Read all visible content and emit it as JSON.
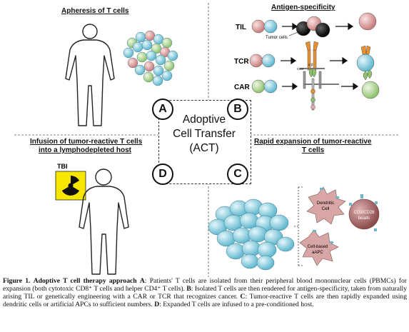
{
  "panels": {
    "a_title": "Apheresis of T cells",
    "b_title": "Antigen-specificity",
    "d_title_1": "Infusion of tumor-reactive T cells",
    "d_title_2": "into a lymphodepleted host",
    "c_title_1": "Rapid expansion of tumor-reactive",
    "c_title_2": "T cells"
  },
  "center": {
    "line1": "Adoptive",
    "line2": "Cell Transfer",
    "line3": "(ACT)"
  },
  "circle_labels": {
    "a": "A",
    "b": "B",
    "c": "C",
    "d": "D"
  },
  "antigen_rows": {
    "til": "TIL",
    "tcr": "TCR",
    "car": "CAR",
    "tumor_cells": "Tumor cells",
    "cd3": "CD3",
    "alpha_beta": "α β"
  },
  "tbi_label": "TBI",
  "expansion": {
    "dendritic_1": "Dendritic",
    "dendritic_2": "Cell",
    "beads_1": "CD3/CD28",
    "beads_2": "beads",
    "apc_1": "Cell-based",
    "apc_2": "aAPC"
  },
  "caption": {
    "figure": "Figure 1.",
    "title": "Adoptive T cell therapy approach",
    "a_key": "A",
    "a_text": ": Patients' T cells are isolated from their peripheral blood mononuclear cells (PBMCs) for expansion (both cytotoxic CD8⁺ T cells and helper CD4⁺ T cells). ",
    "b_key": "B",
    "b_text": ": Isolated T cells are then rendered for antigen-specificity, taken from naturally arising TIL or genetically engineering with a CAR or TCR that recognizes cancer. ",
    "c_key": "C",
    "c_text": ": Tumor-reactive T cells are then rapidly expanded using dendritic cells or artificial APCs to sufficient numbers. ",
    "d_key": "D",
    "d_text": ": Expanded T cells are infused to a pre-conditioned host."
  },
  "colors": {
    "cell_blue": "#8fd0e0",
    "cell_pink": "#e8a9a9",
    "cell_green": "#b9dca0",
    "tumor_black": "#1a1a1a",
    "hazard_yellow": "#f6e600",
    "dendritic": "#d9a6a6",
    "beads": "#b97a7a"
  }
}
